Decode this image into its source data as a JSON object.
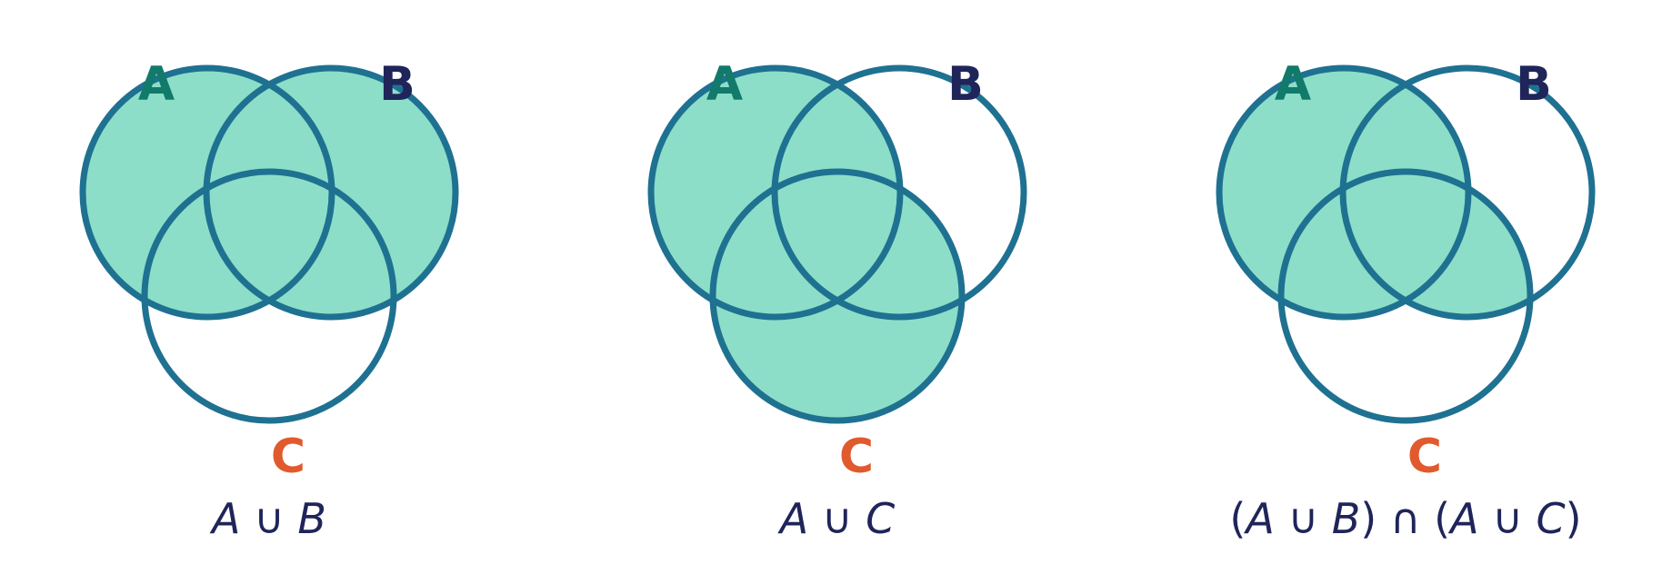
{
  "colors": {
    "fill": "#8cdec8",
    "stroke": "#1f7191",
    "label_a": "#127a6b",
    "label_b": "#1f2559",
    "label_c": "#e05a2e",
    "caption": "#1f2559"
  },
  "diagrams": [
    {
      "labels": {
        "a": "A",
        "b": "B",
        "c": "C"
      },
      "shaded_sets": [
        "A",
        "B"
      ],
      "caption": {
        "parts": [
          "A",
          "∪",
          "B"
        ]
      }
    },
    {
      "labels": {
        "a": "A",
        "b": "B",
        "c": "C"
      },
      "shaded_sets": [
        "A",
        "C"
      ],
      "caption": {
        "parts": [
          "A",
          "∪",
          "C"
        ]
      }
    },
    {
      "labels": {
        "a": "A",
        "b": "B",
        "c": "C"
      },
      "shaded_sets": [
        "A",
        "B∩C"
      ],
      "caption": {
        "parts": [
          "(",
          "A",
          "∪",
          "B",
          ")",
          "∩",
          "(",
          "A",
          "∪",
          "C",
          ")"
        ]
      }
    }
  ]
}
